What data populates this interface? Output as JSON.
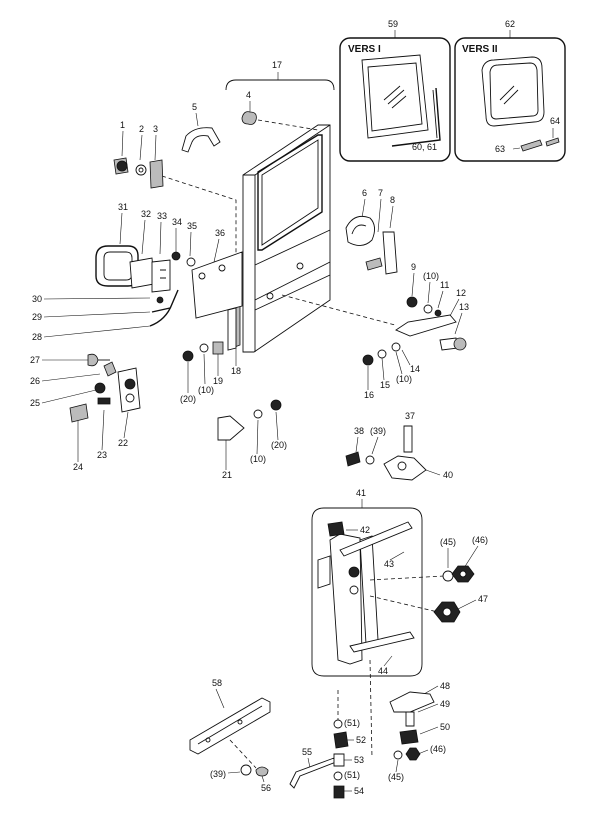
{
  "labels": {
    "l1": "1",
    "l2": "2",
    "l3": "3",
    "l4": "4",
    "l5": "5",
    "l6": "6",
    "l7": "7",
    "l8": "8",
    "l9": "9",
    "l10a": "(10)",
    "l10b": "(10)",
    "l10c": "(10)",
    "l10d": "(10)",
    "l11": "11",
    "l12": "12",
    "l13": "13",
    "l14": "14",
    "l15": "15",
    "l16": "16",
    "l17": "17",
    "l18": "18",
    "l19": "19",
    "l20a": "(20)",
    "l20b": "(20)",
    "l21": "21",
    "l22": "22",
    "l23": "23",
    "l24": "24",
    "l25": "25",
    "l26": "26",
    "l27": "27",
    "l28": "28",
    "l29": "29",
    "l30": "30",
    "l31": "31",
    "l32": "32",
    "l33": "33",
    "l34": "34",
    "l35": "35",
    "l36": "36",
    "l37": "37",
    "l38": "38",
    "l39a": "(39)",
    "l39b": "(39)",
    "l40": "40",
    "l41": "41",
    "l42": "42",
    "l43": "43",
    "l44": "44",
    "l45a": "(45)",
    "l45b": "(45)",
    "l46a": "(46)",
    "l46b": "(46)",
    "l47": "47",
    "l48": "48",
    "l49": "49",
    "l50": "50",
    "l51a": "(51)",
    "l51b": "(51)",
    "l52": "52",
    "l53": "53",
    "l54": "54",
    "l55": "55",
    "l56": "56",
    "l58": "58",
    "l59": "59",
    "l60_61": "60, 61",
    "l62": "62",
    "l63": "63",
    "l64": "64"
  },
  "insets": {
    "vers1": "VERS I",
    "vers2": "VERS II"
  }
}
